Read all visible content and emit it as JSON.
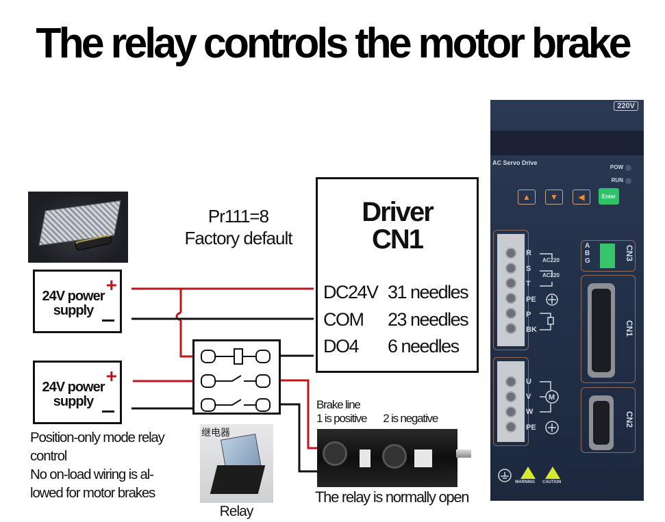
{
  "title": "The relay controls the motor brake",
  "parameter": {
    "setting": "Pr111=8",
    "note": "Factory default"
  },
  "power_supplies": [
    {
      "label_line1": "24V power",
      "label_line2": "supply",
      "plus": "+",
      "minus": "−"
    },
    {
      "label_line1": "24V power",
      "label_line2": "supply",
      "plus": "+",
      "minus": "−"
    }
  ],
  "driver": {
    "title_line1": "Driver",
    "title_line2": "CN1",
    "pins": [
      {
        "name": "DC24V",
        "pin": "31 needles"
      },
      {
        "name": "COM",
        "pin": "23 needles"
      },
      {
        "name": "DO4",
        "pin": "6 needles"
      }
    ]
  },
  "notes": {
    "line1": "Position-only mode relay",
    "line2": "control",
    "line3": "No on-load wiring is al-",
    "line4": "lowed for motor brakes"
  },
  "relay": {
    "photo_label_cn": "继电器",
    "caption": "Relay",
    "state_note": "The relay is normally open"
  },
  "brake": {
    "title": "Brake line",
    "positive": "1 is positive",
    "negative": "2 is negative"
  },
  "servo_panel": {
    "voltage": "220V",
    "brand_label": "AC Servo Drive",
    "leds": [
      "POW",
      "RUN"
    ],
    "keys": [
      "▲",
      "▼",
      "◀"
    ],
    "enter": "Enter",
    "power_terminals": [
      "R",
      "S",
      "T",
      "PE",
      "P",
      "BK"
    ],
    "ac_labels": [
      "AC220",
      "AC220"
    ],
    "motor_terminals": [
      "U",
      "V",
      "W",
      "PE"
    ],
    "motor_symbol": "M",
    "cn3_pins": [
      "A",
      "B",
      "G"
    ],
    "connectors": [
      "CN3",
      "CN1",
      "CN2"
    ],
    "warnings": [
      "WARNING",
      "CAUTION"
    ]
  },
  "colors": {
    "positive_wire": "#c0141c",
    "negative_wire": "#111111",
    "panel_bg": "#263450",
    "enter_key": "#2ec26b",
    "arrow_keys": "#f28a2b"
  }
}
